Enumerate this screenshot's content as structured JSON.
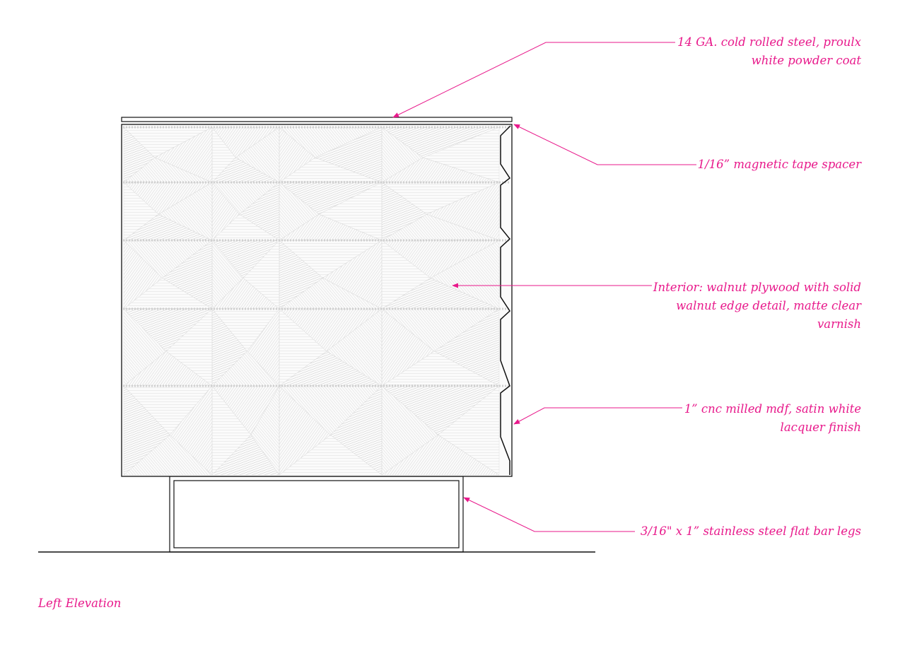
{
  "accent_color": "#e8198b",
  "line_color": "#111111",
  "annotations": [
    {
      "id": "steel-top",
      "lines": [
        "14 GA. cold rolled steel, proulx",
        "white powder coat"
      ]
    },
    {
      "id": "tape-spacer",
      "lines": [
        "1/16” magnetic tape spacer"
      ]
    },
    {
      "id": "interior",
      "lines": [
        "Interior: walnut plywood with solid",
        "walnut edge detail, matte clear",
        "varnish"
      ]
    },
    {
      "id": "mdf-panel",
      "lines": [
        "1” cnc milled mdf, satin white",
        "lacquer finish"
      ]
    },
    {
      "id": "legs",
      "lines": [
        "3/16\" x 1” stainless steel flat bar legs"
      ]
    }
  ],
  "caption": "Left Elevation"
}
